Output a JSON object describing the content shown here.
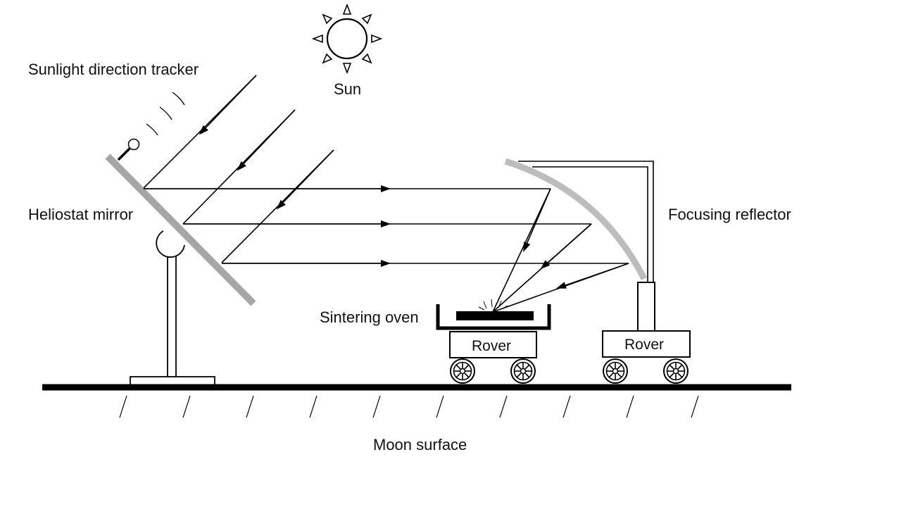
{
  "labels": {
    "sun": "Sun",
    "tracker": "Sunlight direction tracker",
    "heliostat": "Heliostat mirror",
    "reflector": "Focusing reflector",
    "oven": "Sintering oven",
    "rover_left": "Rover",
    "rover_right": "Rover",
    "surface": "Moon surface"
  },
  "colors": {
    "line": "#000000",
    "mirror": "#a6a6a6",
    "reflector": "#bdbdbd",
    "background": "#ffffff"
  },
  "icons": {
    "sun": "sun-icon",
    "wheel": "wheel-icon",
    "tracker": "sensor-icon"
  }
}
